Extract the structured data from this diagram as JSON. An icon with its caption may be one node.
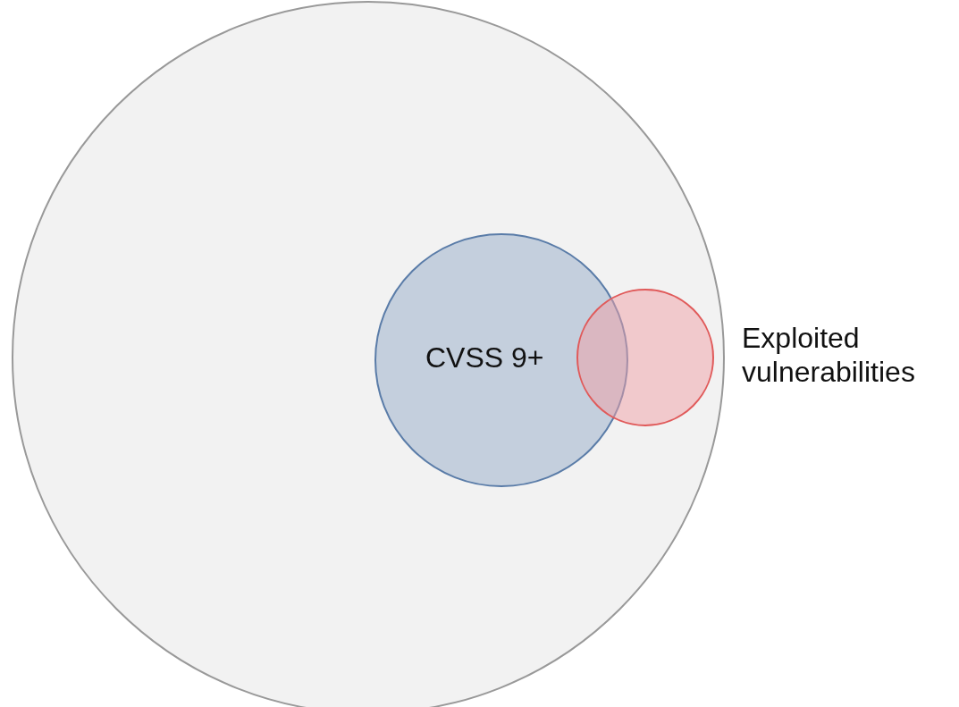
{
  "diagram": {
    "nodes": [
      {
        "text": [],
        "shape": "circle"
      },
      {
        "text": [
          "CVSS 9+"
        ],
        "in": 0
      },
      {
        "text": [
          "Exploited vulnerabilities"
        ],
        "in": 0
      }
    ]
  }
}
